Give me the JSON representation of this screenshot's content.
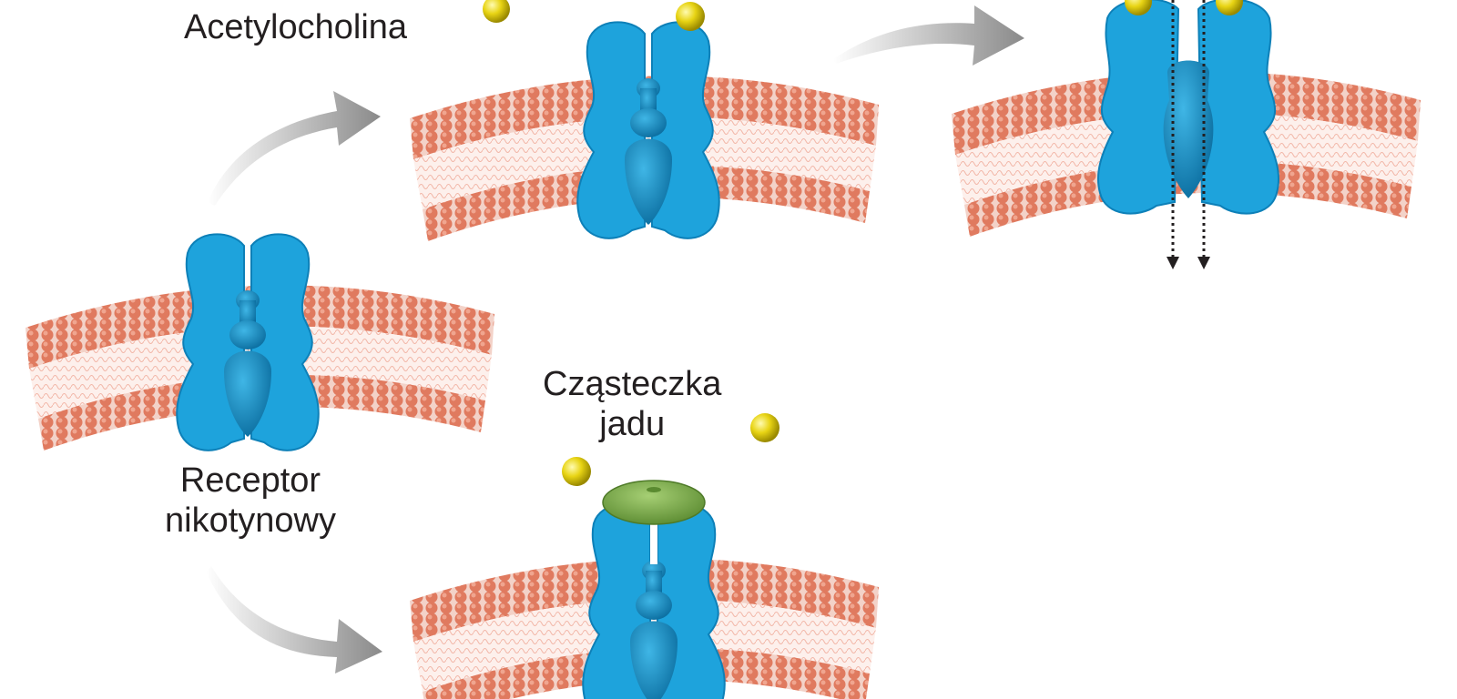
{
  "labels": {
    "acetylcholine": "Acetylocholina",
    "venom_line1": "Cząsteczka",
    "venom_line2": "jadu",
    "receptor_line1": "Receptor",
    "receptor_line2": "nikotynowy"
  },
  "colors": {
    "membrane_head": "#e07a5f",
    "membrane_tail": "#f6c9bd",
    "receptor": "#1ea3dc",
    "receptor_core": "#1186bf",
    "ligand": "#e6d21a",
    "venom": "#7dae4e",
    "arrow": "#9a9a9a"
  },
  "icons": [
    "membrane-icon",
    "receptor-icon",
    "ligand-ball-icon",
    "venom-molecule-icon",
    "curved-arrow-icon",
    "ion-flow-arrow-icon"
  ]
}
